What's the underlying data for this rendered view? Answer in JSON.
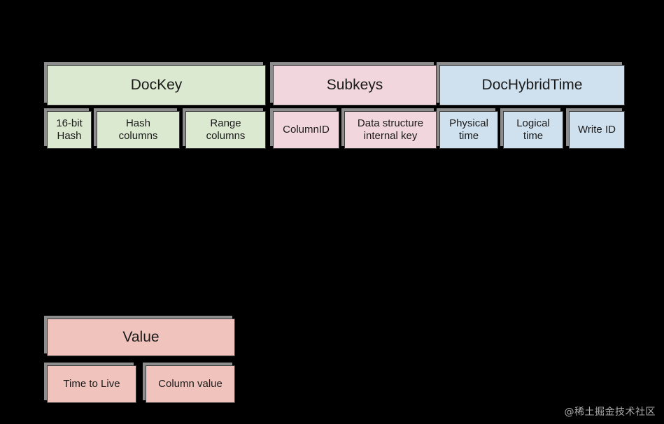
{
  "diagram": {
    "title_watermark": "@稀土掘金技术社区",
    "colors": {
      "background": "#000000",
      "green": "#dce9d1",
      "pink": "#f1d6de",
      "blue": "#cfe0ee",
      "salmon": "#f0c4bc",
      "border": "#3a3a3a",
      "shadow": "#8d8d8d",
      "text": "#1a1a1a"
    },
    "key_row": {
      "groups": [
        {
          "label": "DocKey",
          "color": "green"
        },
        {
          "label": "Subkeys",
          "color": "pink"
        },
        {
          "label": "DocHybridTime",
          "color": "blue"
        }
      ],
      "fields": [
        {
          "label": "16-bit\nHash",
          "color": "green"
        },
        {
          "label": "Hash\ncolumns",
          "color": "green"
        },
        {
          "label": "Range\ncolumns",
          "color": "green"
        },
        {
          "label": "ColumnID",
          "color": "pink"
        },
        {
          "label": "Data structure\ninternal key",
          "color": "pink"
        },
        {
          "label": "Physical\ntime",
          "color": "blue"
        },
        {
          "label": "Logical\ntime",
          "color": "blue"
        },
        {
          "label": "Write ID",
          "color": "blue"
        }
      ]
    },
    "value_row": {
      "groups": [
        {
          "label": "Value",
          "color": "salmon"
        }
      ],
      "fields": [
        {
          "label": "Time to Live",
          "color": "salmon"
        },
        {
          "label": "Column value",
          "color": "salmon"
        }
      ]
    }
  }
}
